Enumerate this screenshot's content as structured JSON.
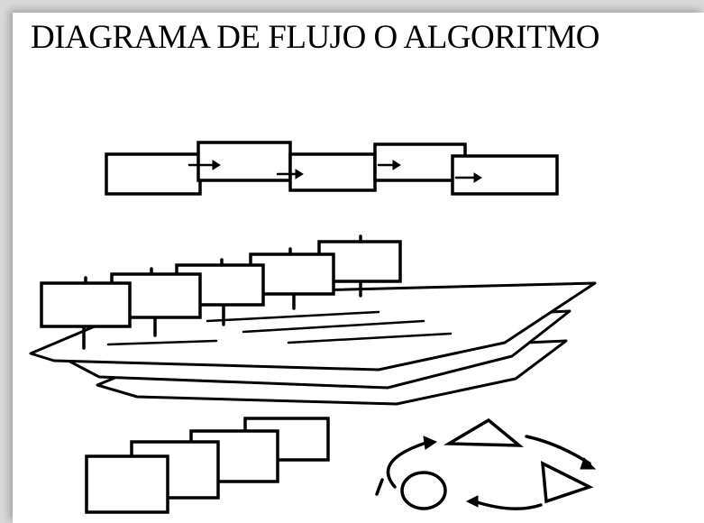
{
  "title": "DIAGRAMA DE FLUJO O ALGORITMO",
  "illustration": {
    "groups": [
      "sequential-boxes-chain",
      "stacked-sheets-with-boxes",
      "overlapping-boxes",
      "cycle-of-shapes"
    ]
  }
}
